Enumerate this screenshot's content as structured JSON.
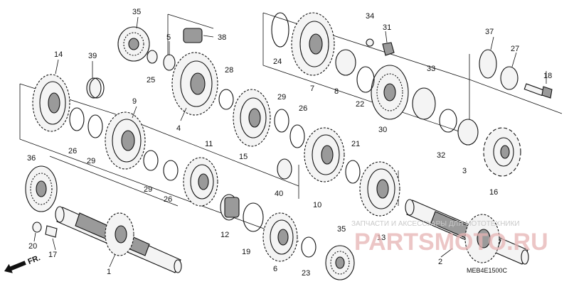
{
  "labels": {
    "l1": "1",
    "l2": "2",
    "l3": "3",
    "l4": "4",
    "l5": "5",
    "l6": "6",
    "l7": "7",
    "l8": "8",
    "l9": "9",
    "l10": "10",
    "l11": "11",
    "l12": "12",
    "l13": "13",
    "l14": "14",
    "l15": "15",
    "l16": "16",
    "l17": "17",
    "l18": "18",
    "l19": "19",
    "l20": "20",
    "l21": "21",
    "l22": "22",
    "l23": "23",
    "l24": "24",
    "l25": "25",
    "l26a": "26",
    "l26b": "26",
    "l26c": "26",
    "l27": "27",
    "l28": "28",
    "l29a": "29",
    "l29b": "29",
    "l29c": "29",
    "l30": "30",
    "l31": "31",
    "l32": "32",
    "l33": "33",
    "l34": "34",
    "l35a": "35",
    "l35b": "35",
    "l36": "36",
    "l37": "37",
    "l38": "38",
    "l39": "39",
    "l40": "40"
  },
  "front_marker": "FR.",
  "diagram_code": "MEB4E1500C",
  "watermark": {
    "site": "PARTSMOTO.RU",
    "tagline": "ЗАПЧАСТИ И АКСЕССУАРЫ ДЛЯ МОТОТЕХНИКИ"
  }
}
